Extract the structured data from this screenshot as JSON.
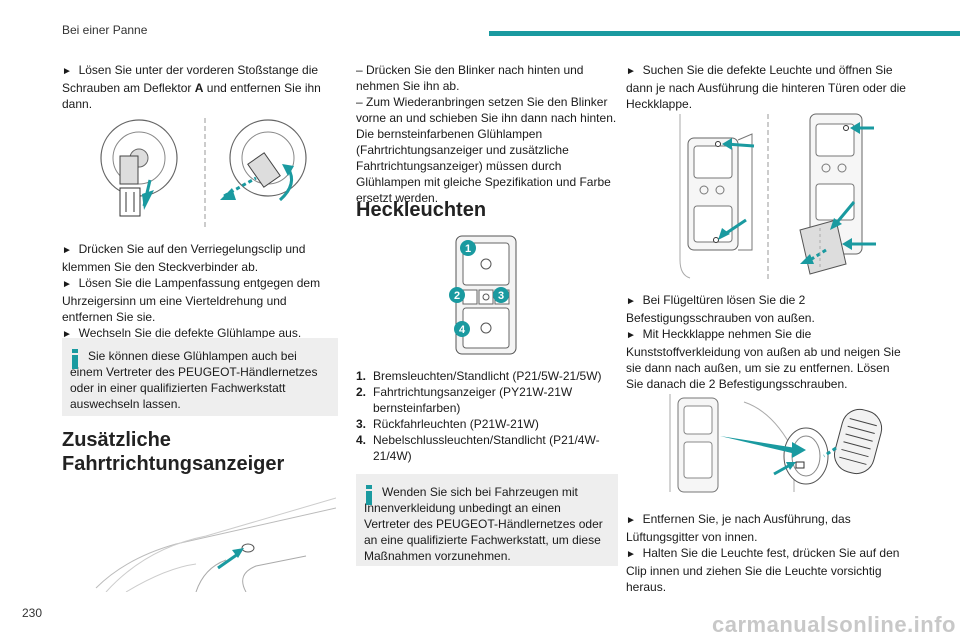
{
  "header": {
    "title": "Bei einer Panne",
    "page_number": "230"
  },
  "col1": {
    "p1": "Lösen Sie unter der vorderen Stoßstange die Schrauben am Deflektor",
    "p1_bold": "A",
    "p1_end": "und entfernen Sie ihn dann.",
    "p2": "Drücken Sie auf den Verriegelungsclip und klemmen Sie den Steckverbinder ab.",
    "p3": "Lösen Sie die Lampenfassung entgegen dem Uhrzeigersinn um eine Vierteldrehung und entfernen Sie sie.",
    "p4": "Wechseln Sie die defekte Glühlampe aus.",
    "info": "Sie können diese Glühlampen auch bei einem Vertreter des PEUGEOT-Händlernetzes oder in einer qualifizierten Fachwerkstatt auswechseln lassen.",
    "heading_line1": "Zusätzliche",
    "heading_line2": "Fahrtrichtungsanzeiger"
  },
  "col2": {
    "p1": "–  Drücken Sie den Blinker nach hinten und nehmen Sie ihn ab.",
    "p2": "–  Zum Wiederanbringen setzen Sie den Blinker vorne an und schieben Sie ihn dann nach hinten.",
    "p3": "Die bernsteinfarbenen Glühlampen (Fahrtrichtungsanzeiger und zusätzliche Fahrtrichtungsanzeiger) müssen durch Glühlampen mit gleiche Spezifikation und Farbe ersetzt werden.",
    "heading": "Heckleuchten",
    "legend": [
      {
        "n": "1.",
        "text": "Bremsleuchten/Standlicht (P21/5W-21/5W)"
      },
      {
        "n": "2.",
        "text": "Fahrtrichtungsanzeiger (PY21W-21W bernsteinfarben)"
      },
      {
        "n": "3.",
        "text": "Rückfahrleuchten (P21W-21W)"
      },
      {
        "n": "4.",
        "text": "Nebelschlussleuchten/Standlicht (P21/4W-21/4W)"
      }
    ],
    "callouts": [
      "1",
      "2",
      "3",
      "4"
    ],
    "info": "Wenden Sie sich bei Fahrzeugen mit Innenverkleidung unbedingt an einen Vertreter des PEUGEOT-Händlernetzes oder an eine qualifizierte Fachwerkstatt, um diese Maßnahmen vorzunehmen."
  },
  "col3": {
    "p1": "Suchen Sie die defekte Leuchte und öffnen Sie dann je nach Ausführung die hinteren Türen oder die Heckklappe.",
    "p2": "Bei Flügeltüren lösen Sie die 2 Befestigungsschrauben von außen.",
    "p3": "Mit Heckklappe nehmen Sie die Kunststoffverkleidung von außen ab und neigen Sie sie dann nach außen, um sie zu entfernen. Lösen Sie danach die 2 Befestigungsschrauben.",
    "p4": "Entfernen Sie, je nach Ausführung, das Lüftungsgitter von innen.",
    "p5": "Halten Sie die Leuchte fest, drücken Sie auf den Clip innen und ziehen Sie die Leuchte vorsichtig heraus."
  },
  "bullet": "►",
  "watermark": "carmanualsonline.info",
  "colors": {
    "accent": "#1a9aa0",
    "info_bg": "#eeeeee"
  }
}
